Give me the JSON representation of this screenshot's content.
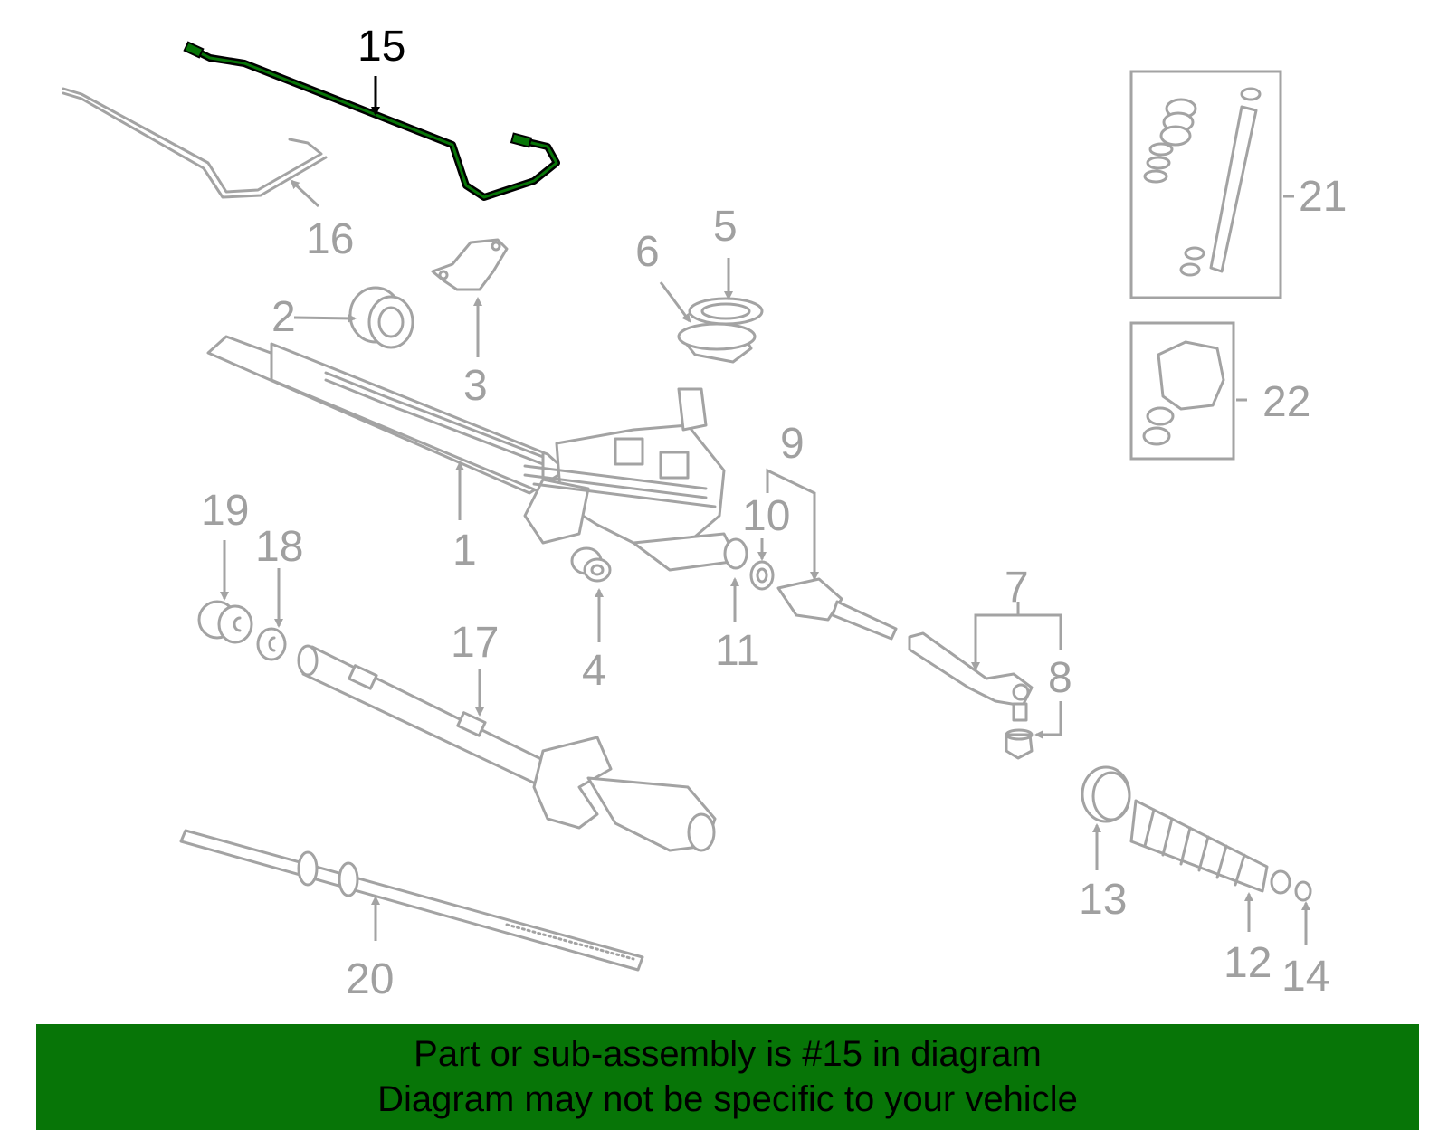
{
  "diagram": {
    "highlighted_part": "15",
    "labels": [
      "1",
      "2",
      "3",
      "4",
      "5",
      "6",
      "7",
      "8",
      "9",
      "10",
      "11",
      "12",
      "13",
      "14",
      "15",
      "16",
      "17",
      "18",
      "19",
      "20",
      "21",
      "22"
    ],
    "colors": {
      "highlight": "#000000",
      "highlight_accent": "#077507",
      "part_lines": "#a3a3a3",
      "labels": "#a0a0a0",
      "banner": "#077507"
    }
  },
  "banner": {
    "line1": "Part or sub-assembly is #15 in diagram",
    "line2": "Diagram may not be specific to your vehicle"
  }
}
